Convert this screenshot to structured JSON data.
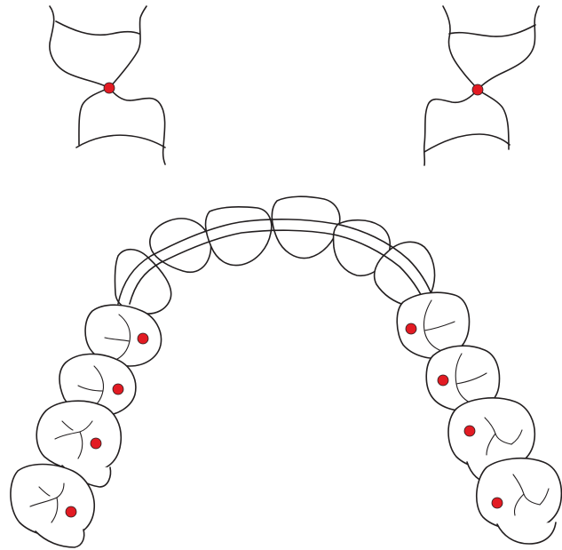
{
  "figure": {
    "type": "dental occlusal contact diagram",
    "views": [
      "left-contact-detail",
      "right-contact-detail",
      "maxillary-arch-occlusal-view"
    ]
  },
  "colors": {
    "outline": "#231f20",
    "contact_point": "#e21b23",
    "background": "#ffffff"
  },
  "contact_points": {
    "detail_views": 2,
    "posterior_teeth": 8
  }
}
